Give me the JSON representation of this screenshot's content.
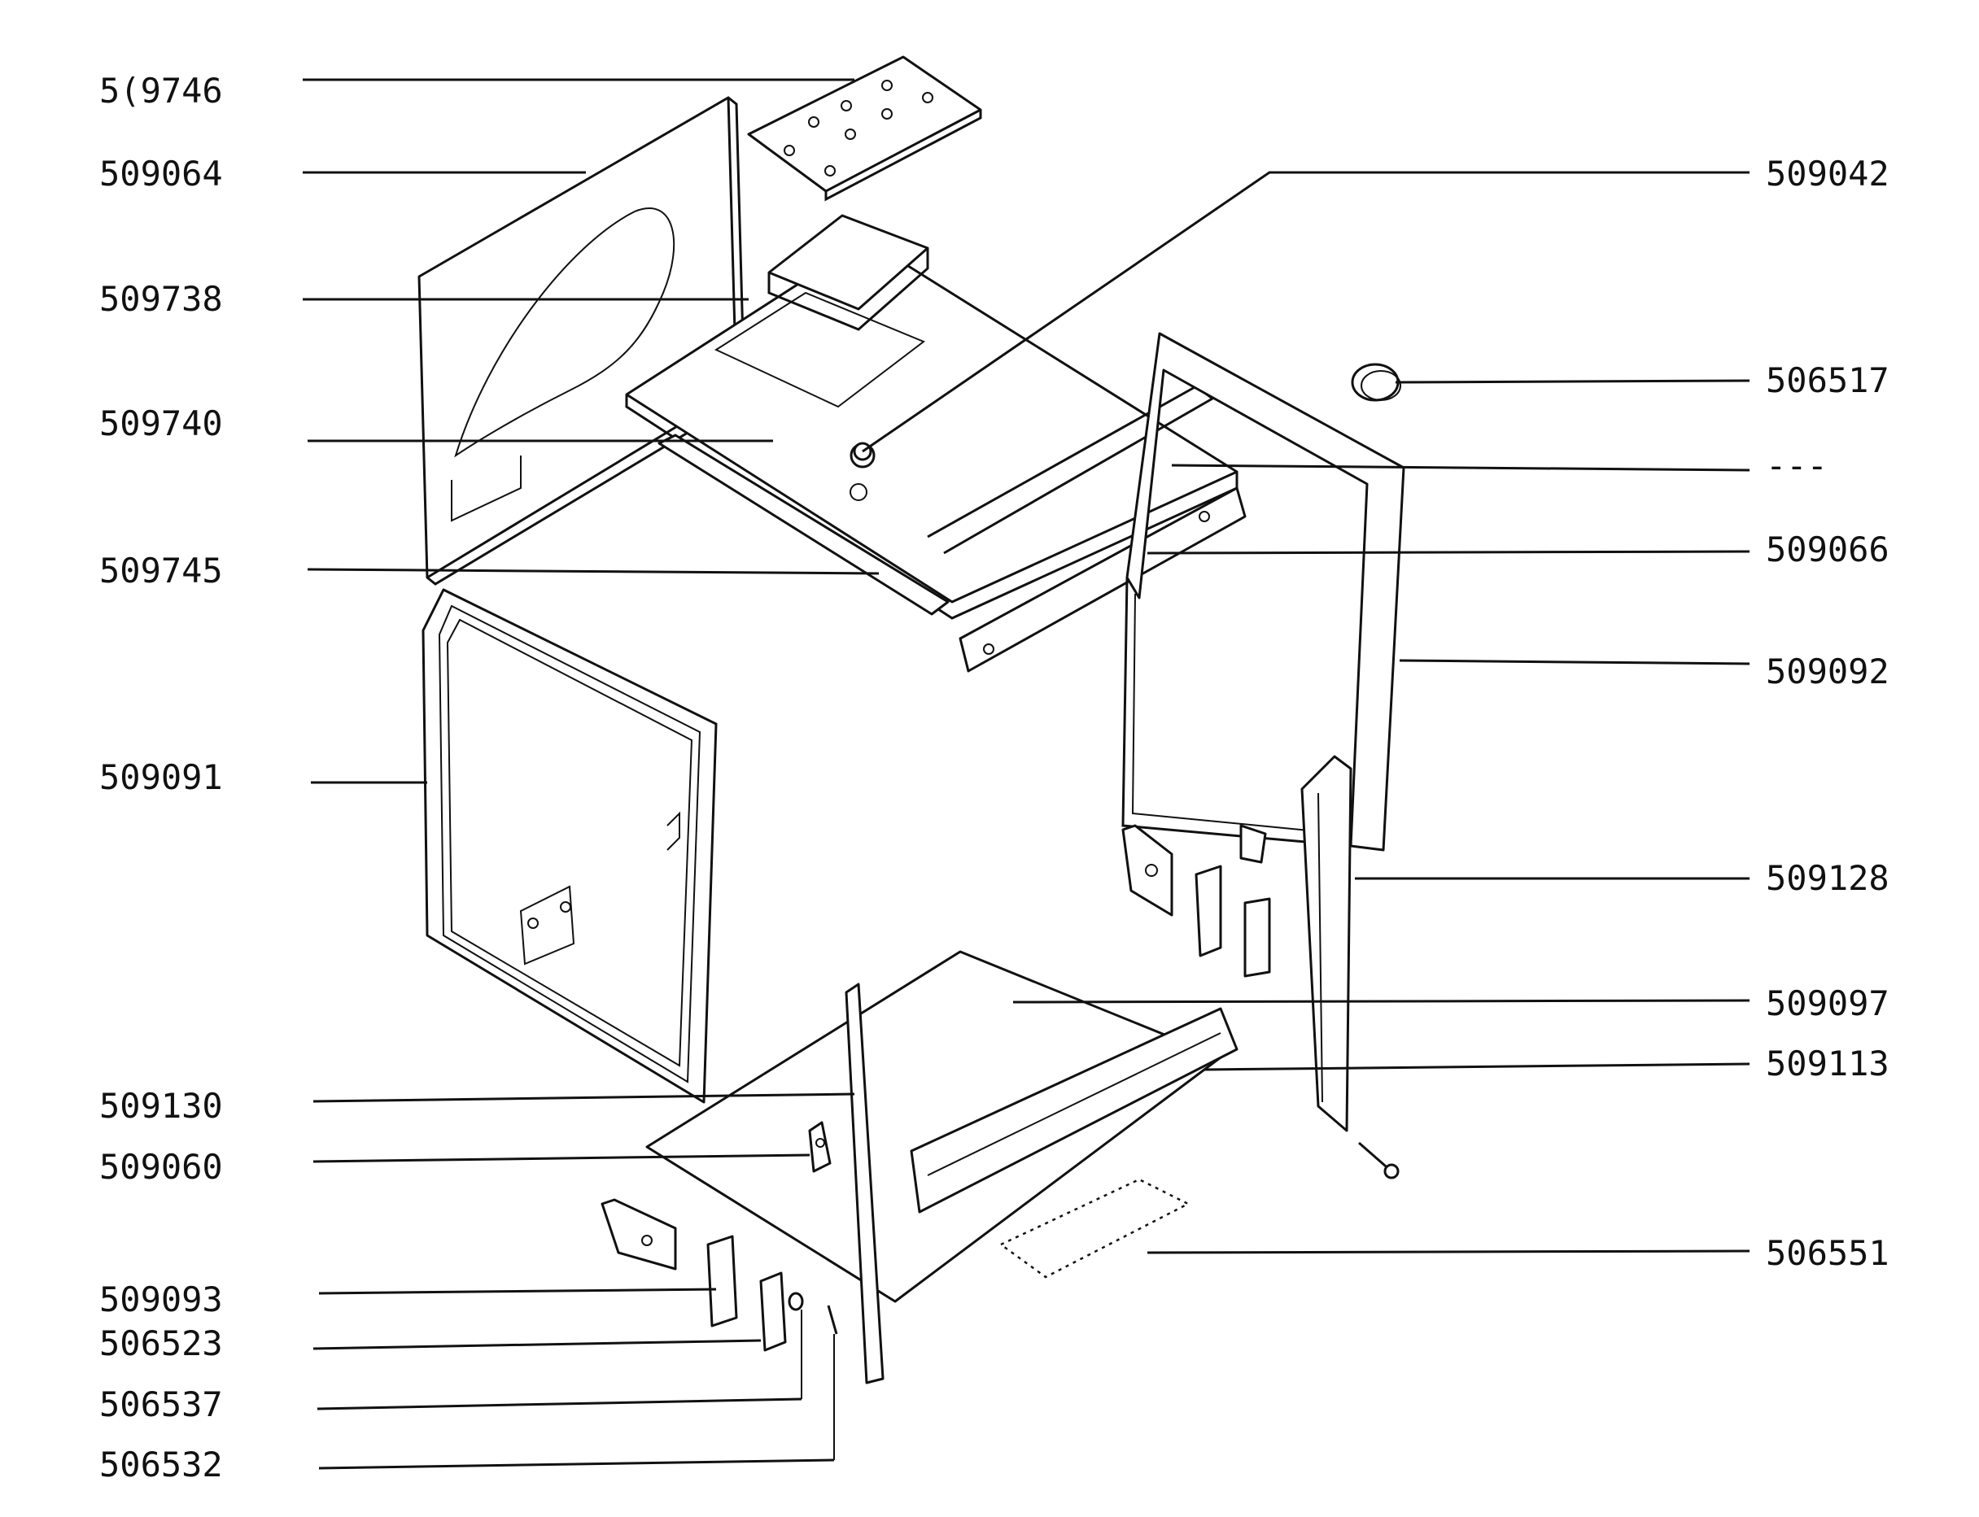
{
  "labels_left": [
    {
      "id": "l1",
      "text": "5(9746"
    },
    {
      "id": "l2",
      "text": "509064"
    },
    {
      "id": "l3",
      "text": "509738"
    },
    {
      "id": "l4",
      "text": "509740"
    },
    {
      "id": "l5",
      "text": "509745"
    },
    {
      "id": "l6",
      "text": "509091"
    },
    {
      "id": "l7",
      "text": "509130"
    },
    {
      "id": "l8",
      "text": "509060"
    },
    {
      "id": "l9",
      "text": "509093"
    },
    {
      "id": "l10",
      "text": "506523"
    },
    {
      "id": "l11",
      "text": "506537"
    },
    {
      "id": "l12",
      "text": "506532"
    }
  ],
  "labels_right": [
    {
      "id": "r1",
      "text": "509042"
    },
    {
      "id": "r2",
      "text": "506517"
    },
    {
      "id": "r3",
      "text": "---"
    },
    {
      "id": "r4",
      "text": "509066"
    },
    {
      "id": "r5",
      "text": "509092"
    },
    {
      "id": "r6",
      "text": "509128"
    },
    {
      "id": "r7",
      "text": "509097"
    },
    {
      "id": "r8",
      "text": "509113"
    },
    {
      "id": "r9",
      "text": "506551"
    }
  ]
}
